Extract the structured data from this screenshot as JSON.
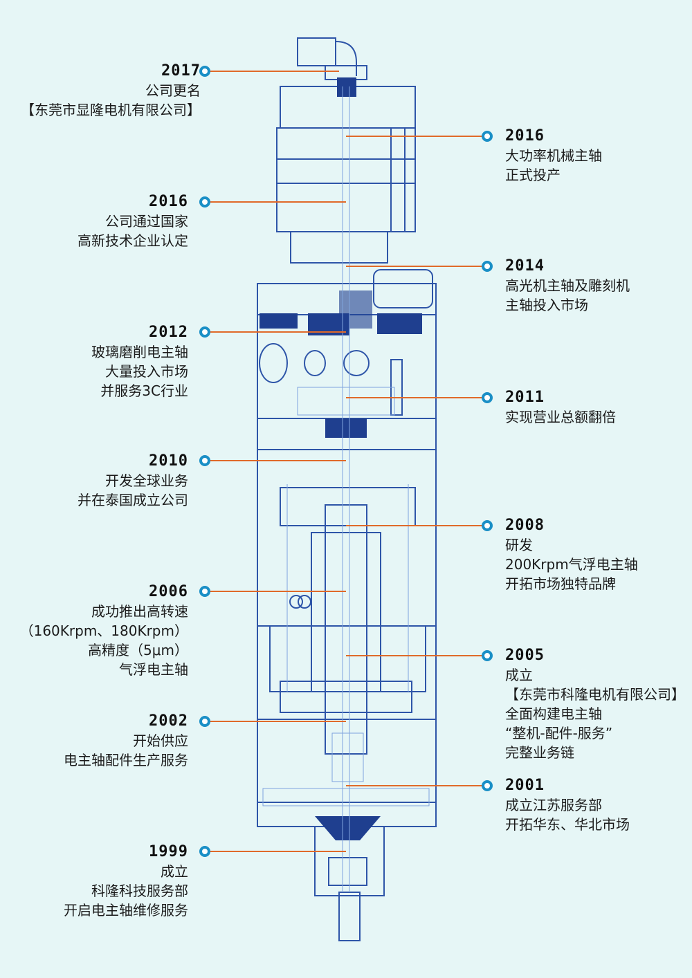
{
  "colors": {
    "background": "#e6f6f6",
    "drawing": "#2e55a8",
    "drawing_dark": "#1f3f8f",
    "leader": "#e06a2a"
  },
  "milestones_left": [
    {
      "year": "2017",
      "text": "公司更名\n【东莞市显隆电机有限公司】"
    },
    {
      "year": "2016",
      "text": "公司通过国家\n高新技术企业认定"
    },
    {
      "year": "2012",
      "text": "玻璃磨削电主轴\n大量投入市场\n并服务3C行业"
    },
    {
      "year": "2010",
      "text": "开发全球业务\n并在泰国成立公司"
    },
    {
      "year": "2006",
      "text": "成功推出高转速\n（160Krpm、180Krpm）\n高精度（5μm）\n气浮电主轴"
    },
    {
      "year": "2002",
      "text": "开始供应\n电主轴配件生产服务"
    },
    {
      "year": "1999",
      "text": "成立\n科隆科技服务部\n开启电主轴维修服务"
    }
  ],
  "milestones_right": [
    {
      "year": "2016",
      "text": "大功率机械主轴\n正式投产"
    },
    {
      "year": "2014",
      "text": "高光机主轴及雕刻机\n主轴投入市场"
    },
    {
      "year": "2011",
      "text": "实现营业总额翻倍"
    },
    {
      "year": "2008",
      "text": "研发\n200Krpm气浮电主轴\n开拓市场独特品牌"
    },
    {
      "year": "2005",
      "text": "成立\n【东莞市科隆电机有限公司】\n全面构建电主轴\n“整机-配件-服务”\n完整业务链"
    },
    {
      "year": "2001",
      "text": "成立江苏服务部\n开拓华东、华北市场"
    }
  ]
}
